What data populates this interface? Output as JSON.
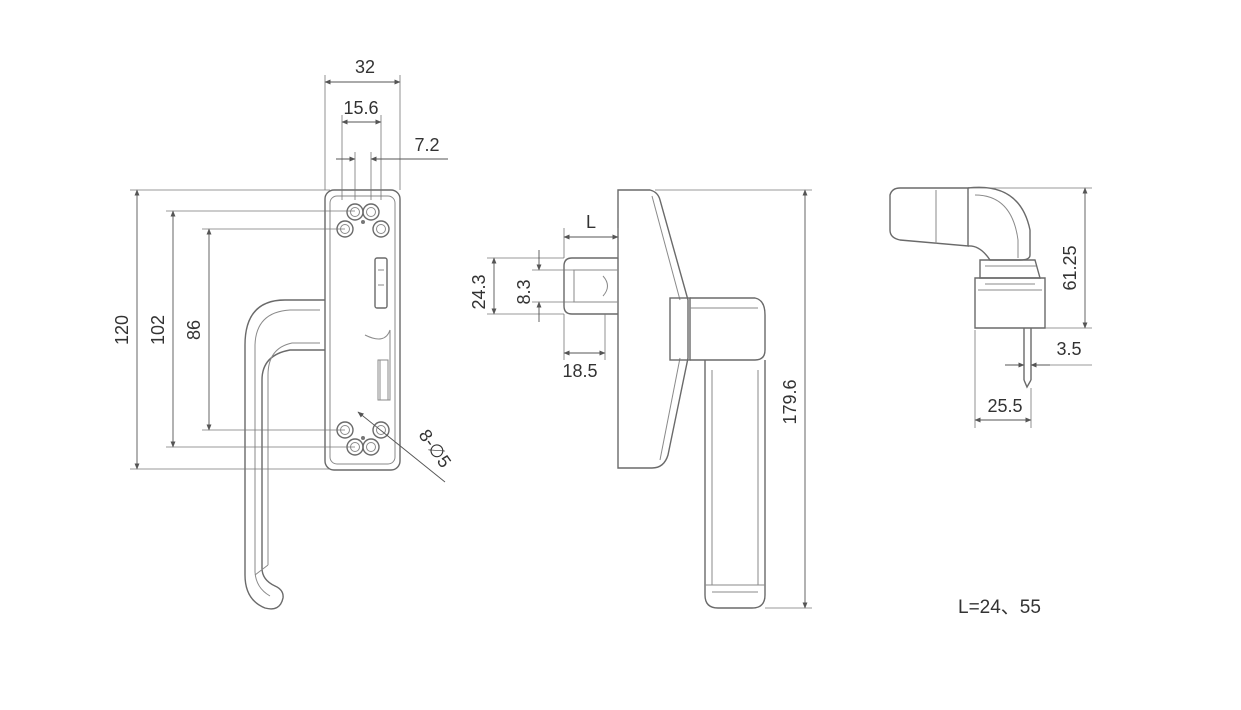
{
  "dimensions": {
    "front_width_total": "32",
    "front_hole_spacing": "15.6",
    "front_offset": "7.2",
    "front_height_overall": "120",
    "front_height_mid": "102",
    "front_height_inner": "86",
    "holes": "8-∅5",
    "side_slot_L": "L",
    "side_height_outer": "24.3",
    "side_height_inner": "8.3",
    "side_depth": "18.5",
    "side_total_length": "179.6",
    "end_height": "61.25",
    "end_spindle": "3.5",
    "end_width": "25.5"
  },
  "note": "L=24、55"
}
